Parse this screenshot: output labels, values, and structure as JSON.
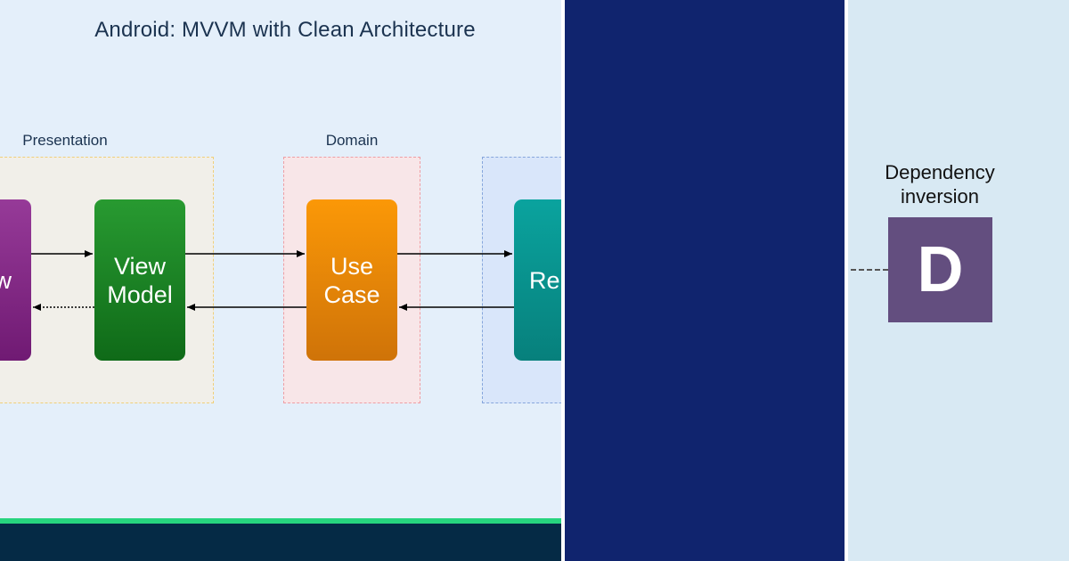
{
  "diagram": {
    "title": "Android: MVVM with Clean Architecture",
    "layers": {
      "presentation": "Presentation",
      "domain": "Domain"
    },
    "blocks": {
      "view": "w",
      "viewmodel_line1": "View",
      "viewmodel_line2": "Model",
      "usecase_line1": "Use",
      "usecase_line2": "Case",
      "repository": "Re"
    }
  },
  "principle": {
    "label_line1": "Dependency",
    "label_line2": "inversion",
    "letter": "D"
  },
  "colors": {
    "background": "#e4effa",
    "presentation_fill": "#f1efe9",
    "presentation_border": "#f0cf7a",
    "domain_fill": "#f8e6e8",
    "domain_border": "#ee9ea4",
    "data_fill": "#d9e6fa",
    "data_border": "#86a6dc",
    "view_block": "#8a2b8c",
    "viewmodel_block": "#1f8a2a",
    "usecase_block": "#f08e07",
    "repository_block": "#0a9793",
    "accent_green": "#27d47e",
    "footer": "#052a45",
    "middle_panel": "#10246e",
    "right_panel": "#d8e9f3",
    "d_tile": "#634e7f"
  }
}
